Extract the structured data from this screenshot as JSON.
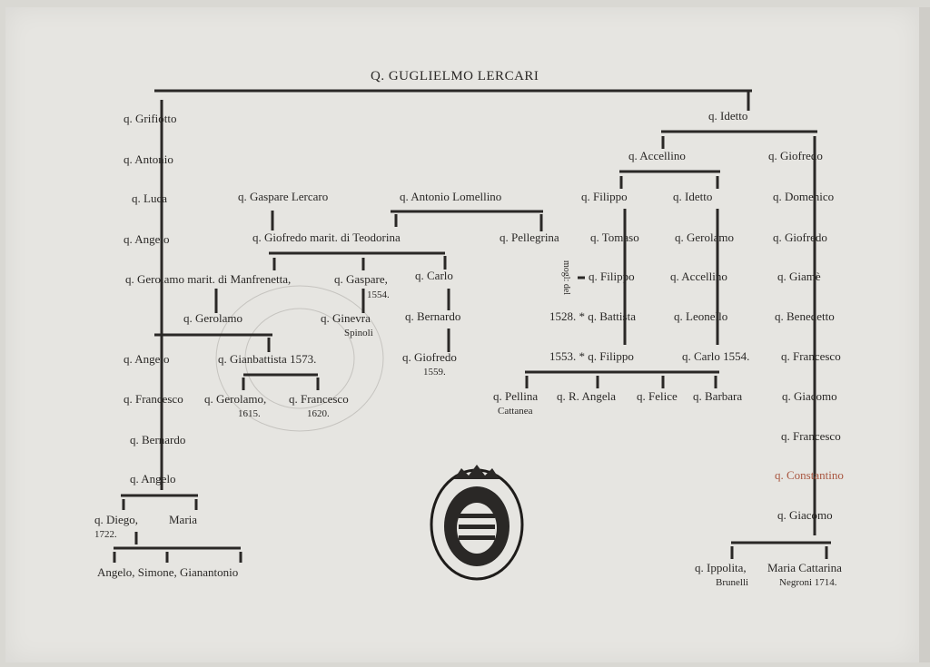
{
  "title": "Q. GUGLIELMO LERCARI",
  "left_line": {
    "grifiotto": "q. Grifiotto",
    "antonio": "q. Antonio",
    "luca": "q. Luca",
    "angelo1": "q. Angelo",
    "gerolamo_manfrenetta": "q. Gerolamo marit. di Manfrenetta,",
    "gerolamo2": "q. Gerolamo",
    "angelo2": "q. Angelo",
    "francesco": "q. Francesco",
    "bernardo": "q. Bernardo",
    "angelo3": "q. Angelo",
    "diego": "q. Diego,",
    "diego_year": "1722.",
    "maria": "Maria",
    "children": "Angelo, Simone, Gianantonio"
  },
  "middle": {
    "gaspare_lercaro": "q. Gaspare Lercaro",
    "antonio_lomellino": "q. Antonio Lomellino",
    "giofredo_teodorina": "q. Giofredo marit. di Teodorina",
    "gaspare": "q. Gaspare,",
    "gaspare_year": "1554.",
    "carlo": "q. Carlo",
    "ginevra": "q. Ginevra",
    "ginevra_surname": "Spinoli",
    "bernardo": "q. Bernardo",
    "gianbattista": "q. Gianbattista 1573.",
    "giofredo": "q. Giofredo",
    "giofredo_year": "1559.",
    "gerolamo": "q. Gerolamo,",
    "gerolamo_year": "1615.",
    "francesco": "q. Francesco",
    "francesco_year": "1620."
  },
  "right": {
    "idetto": "q. Idetto",
    "accellino": "q. Accellino",
    "giofredo1": "q. Giofredo",
    "filippo1": "q. Filippo",
    "idetto2": "q. Idetto",
    "domenico": "q. Domenico",
    "pellegrina": "q. Pellegrina",
    "tomaso": "q. Tomaso",
    "gerolamo": "q. Gerolamo",
    "giofredo2": "q. Giofredo",
    "moglie": "mogl: del",
    "filippo2": "q. Filippo",
    "accellino2": "q. Accellino",
    "giame": "q. Giamè",
    "battista": "1528. * q. Battista",
    "leonello": "q. Leonello",
    "benedetto": "q. Benedetto",
    "filippo3": "1553. * q. Filippo",
    "carlo": "q. Carlo 1554.",
    "francesco1": "q. Francesco",
    "pellina": "q. Pellina",
    "pellina_surname": "Cattanea",
    "angela": "q. R. Angela",
    "felice": "q. Felice",
    "barbara": "q. Barbara",
    "giacomo1": "q. Giacomo",
    "francesco2": "q. Francesco",
    "constantino": "q. Constantino",
    "giacomo2": "q. Giacomo",
    "ippolita": "q. Ippolita,",
    "ippolita_surname": "Brunelli",
    "maria_cattarina": "Maria Cattarina",
    "maria_cattarina_surname": "Negroni 1714."
  },
  "colors": {
    "ink": "#2a2826",
    "highlight": "#a8553f",
    "paper": "#e6e5e1"
  }
}
